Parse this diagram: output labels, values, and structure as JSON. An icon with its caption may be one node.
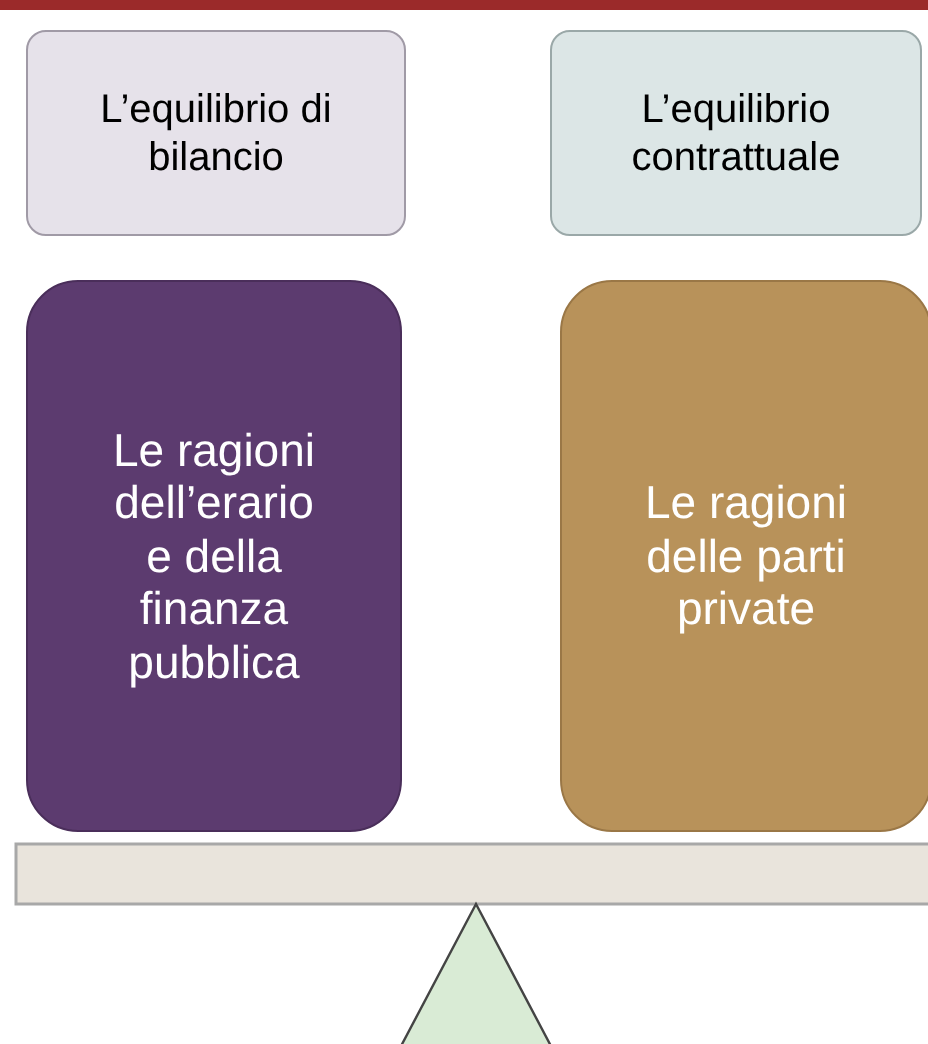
{
  "diagram": {
    "nodes": [
      {
        "text": [
          "L’equilibrio di bilancio"
        ]
      },
      {
        "text": [
          "L’equilibrio contrattuale"
        ]
      },
      {
        "text": [
          "Le ragioni dell’erario e della finanza pubblica"
        ]
      },
      {
        "text": [
          "Le ragioni delle parti private"
        ]
      }
    ]
  }
}
